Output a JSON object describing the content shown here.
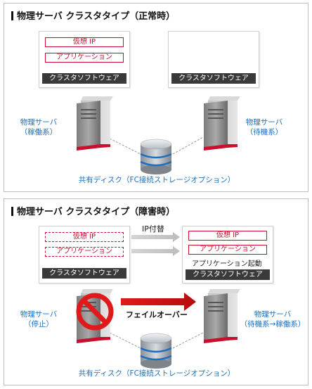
{
  "normal": {
    "title": "物理サーバ クラスタタイプ（正常時）",
    "left_box": {
      "virtual_ip": "仮想 IP",
      "application": "アプリケーション",
      "cluster_software": "クラスタソフトウェア"
    },
    "right_box": {
      "cluster_software": "クラスタソフトウェア"
    },
    "left_server_label": [
      "物理サーバ",
      "（稼働系）"
    ],
    "right_server_label": [
      "物理サーバ",
      "（待機系）"
    ],
    "disk_label": "共有ディスク（FC接続ストレージオプション）"
  },
  "failure": {
    "title": "物理サーバ クラスタタイプ（障害時）",
    "left_box": {
      "virtual_ip": "仮想 IP",
      "application": "アプリケーション",
      "cluster_software": "クラスタソフトウェア"
    },
    "ip_transfer_label": "IP付替",
    "right_box": {
      "virtual_ip": "仮想 IP",
      "application": "アプリケーション",
      "app_start": "アプリケーション起動",
      "cluster_software": "クラスタソフトウェア"
    },
    "failover_label": "フェイルオーバー",
    "left_server_label": [
      "物理サーバ",
      "（停止）"
    ],
    "right_server_label": [
      "物理サーバ",
      "（待機系→稼働系）"
    ],
    "disk_label": "共有ディスク（FC接続ストレージオプション）"
  },
  "colors": {
    "accent_red": "#c8102e",
    "label_blue": "#1a6fc0",
    "dark_bar": "#3a3a3a",
    "arrow_gray": "#c9c9c9"
  }
}
